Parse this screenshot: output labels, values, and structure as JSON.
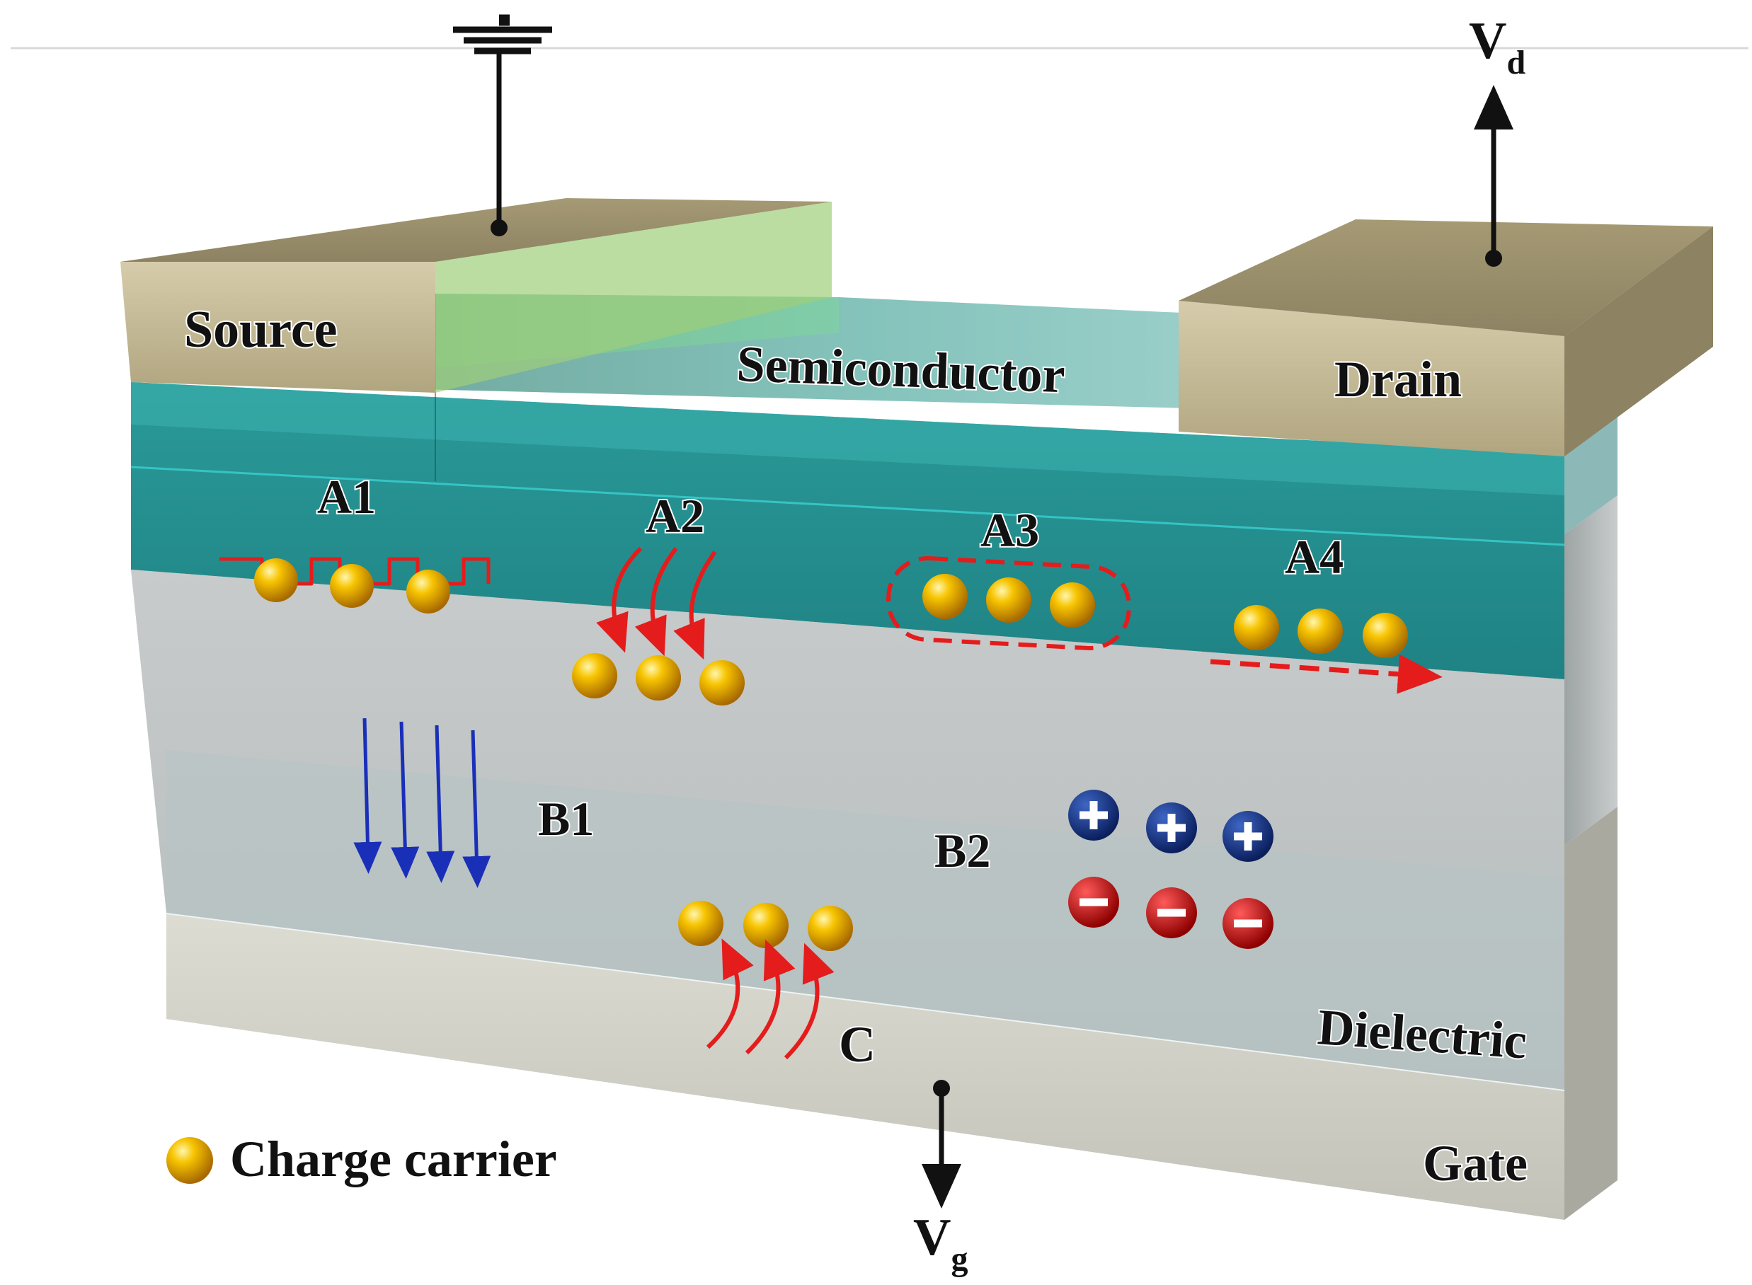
{
  "layers": {
    "source": "Source",
    "drain": "Drain",
    "semiconductor": "Semiconductor",
    "dielectric": "Dielectric",
    "gate": "Gate"
  },
  "terminals": {
    "vd_main": "V",
    "vd_sub": "d",
    "vg_main": "V",
    "vg_sub": "g"
  },
  "mechanisms": {
    "a1": "A1",
    "a2": "A2",
    "a3": "A3",
    "a4": "A4",
    "b1": "B1",
    "b2": "B2",
    "c": "C"
  },
  "legend": {
    "label": "Charge carrier"
  },
  "colors": {
    "electrode": "#b9ad86",
    "semiconductor": "#2f9c9a",
    "dielectric": "#c2c6c6",
    "gate": "#cfcfc6",
    "carrier": "#f0b400",
    "arrow_red": "#e41c1c",
    "arrow_blue": "#1a2fb8",
    "plus_fill": "#1a3a8a",
    "minus_fill": "#c41818"
  },
  "icons": {
    "ground": "ground-icon",
    "carrier": "charge-carrier-icon",
    "plus": "positive-charge-icon",
    "minus": "negative-charge-icon"
  }
}
